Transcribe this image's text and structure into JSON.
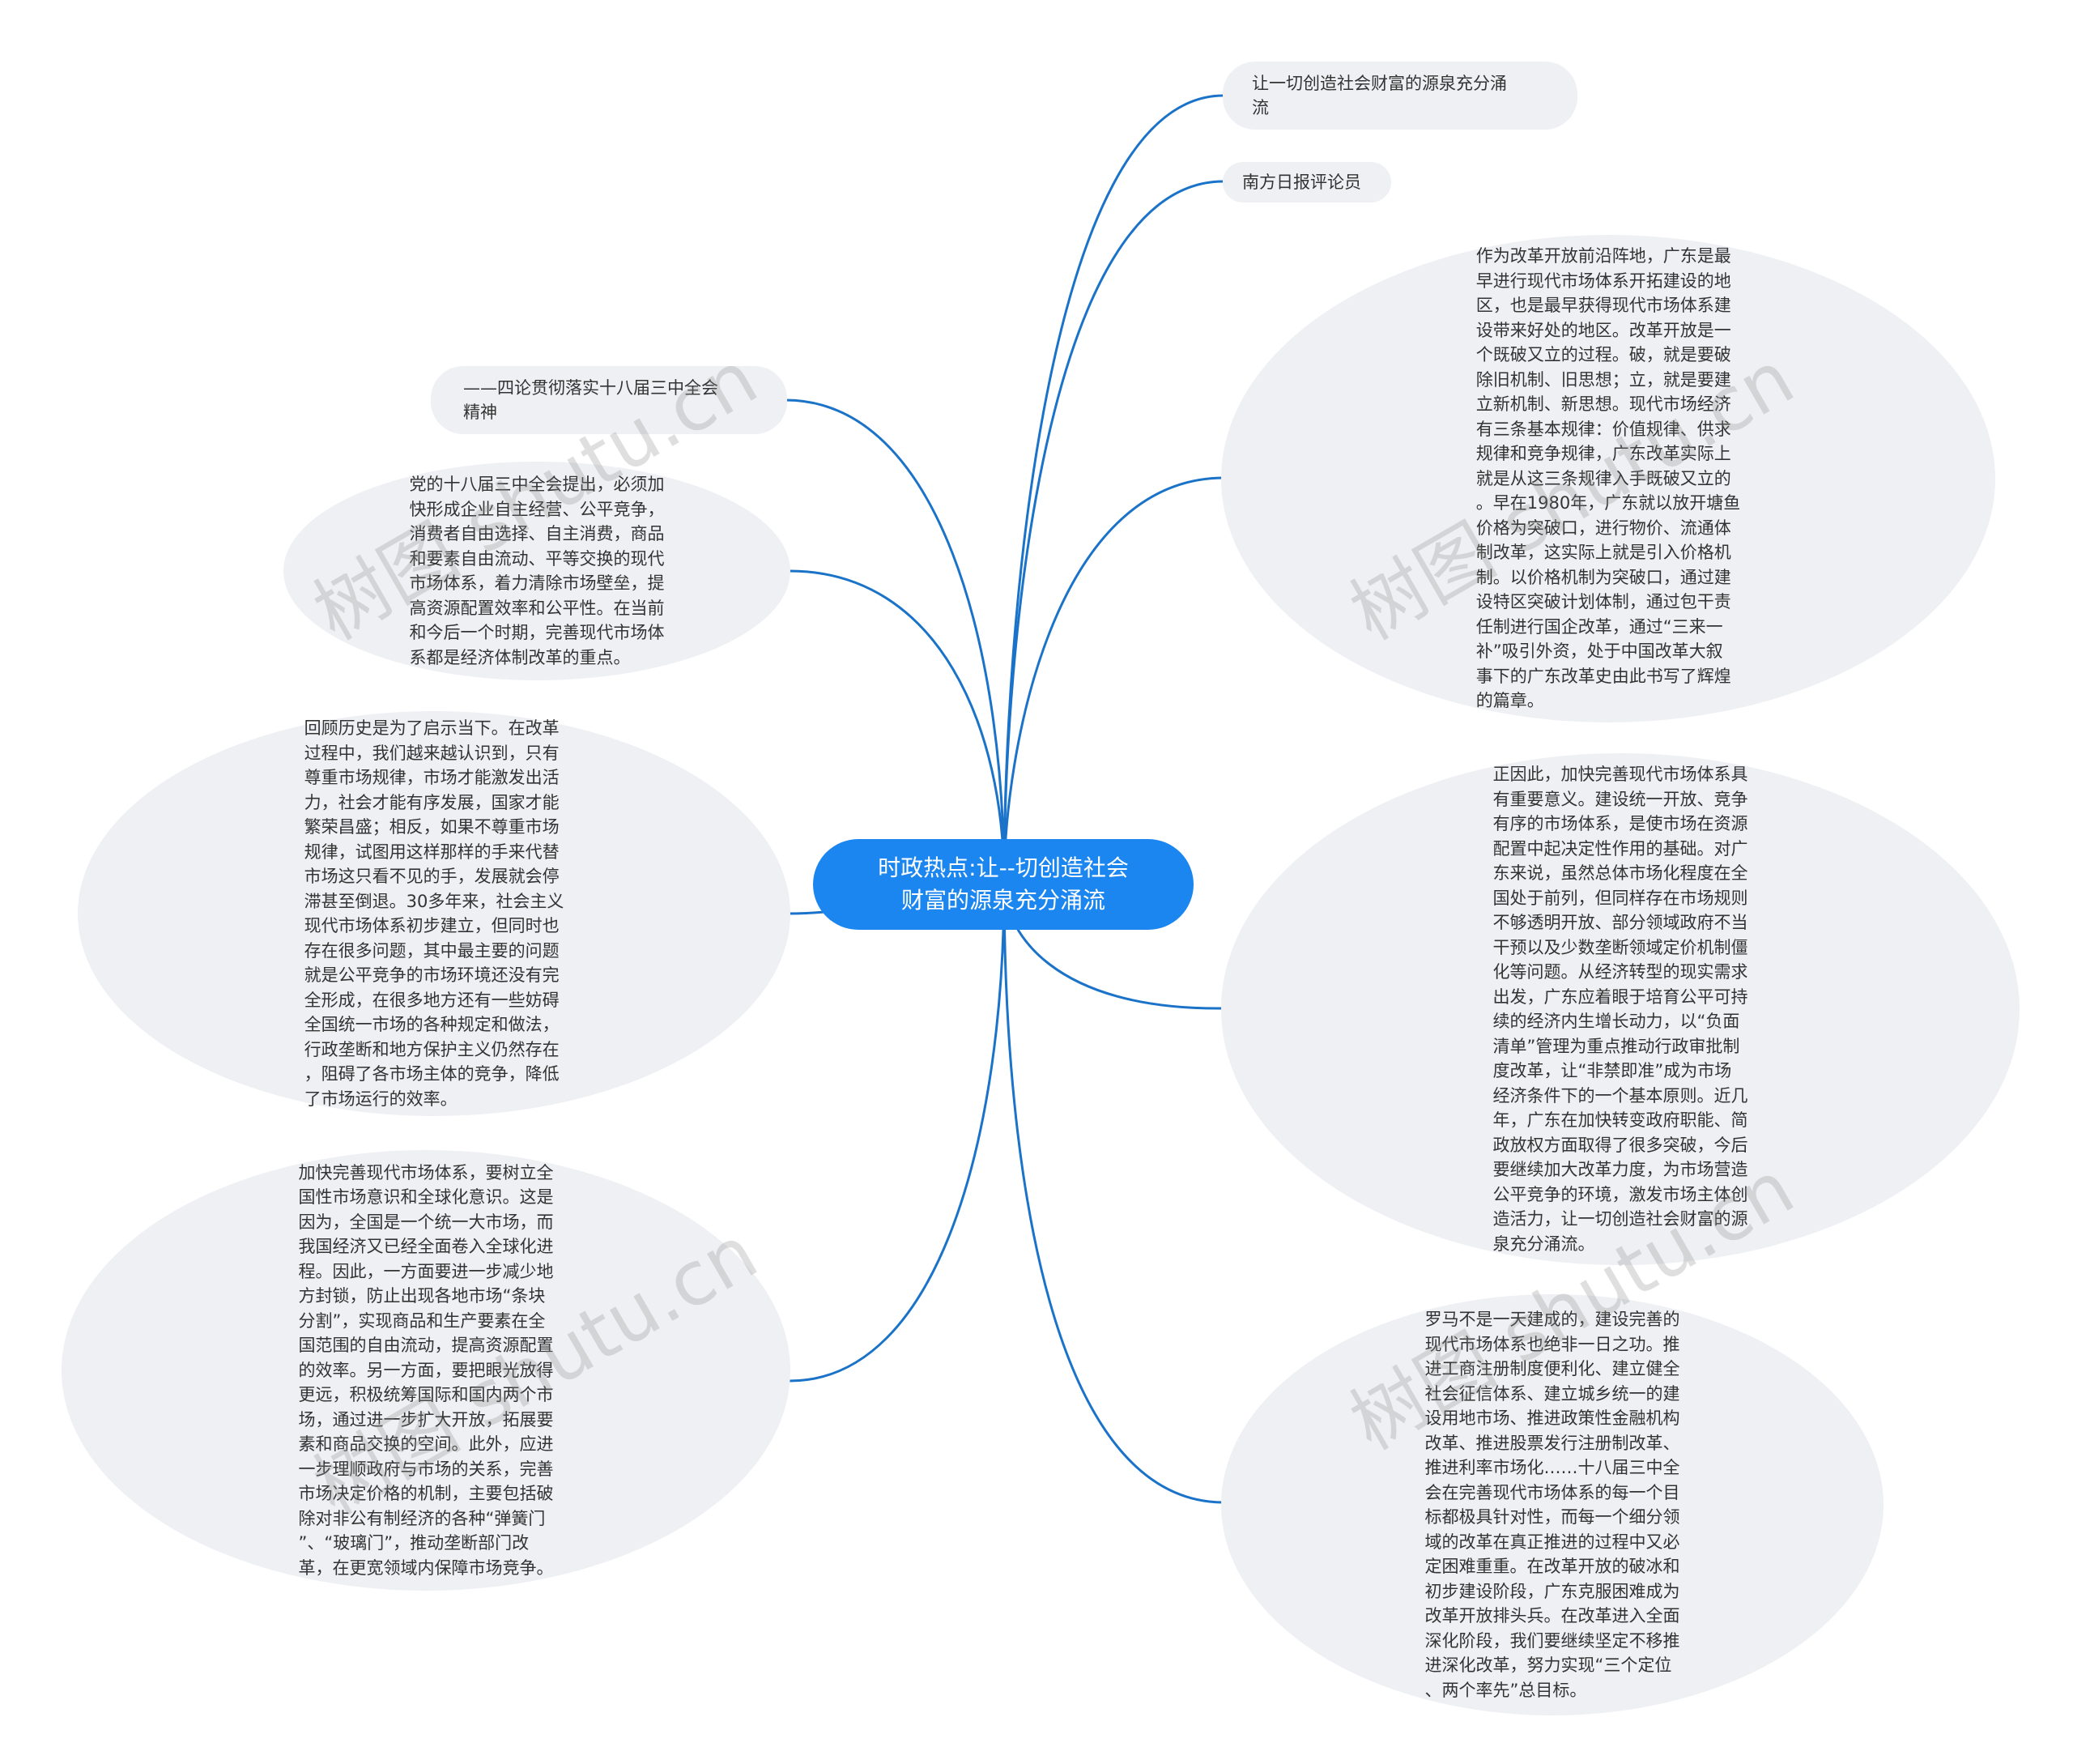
{
  "center": {
    "title": "时政热点:让--切创造社会\n财富的源泉充分涌流"
  },
  "nodes": {
    "r1": "让一切创造社会财富的源泉充分涌\n流",
    "r2": "南方日报评论员",
    "r3": "作为改革开放前沿阵地，广东是最\n早进行现代市场体系开拓建设的地\n区，也是最早获得现代市场体系建\n设带来好处的地区。改革开放是一\n个既破又立的过程。破，就是要破\n除旧机制、旧思想；立，就是要建\n立新机制、新思想。现代市场经济\n有三条基本规律：价值规律、供求\n规律和竞争规律，广东改革实际上\n就是从这三条规律入手既破又立的\n。早在1980年，广东就以放开塘鱼\n价格为突破口，进行物价、流通体\n制改革，这实际上就是引入价格机\n制。以价格机制为突破口，通过建\n设特区突破计划体制，通过包干责\n任制进行国企改革，通过“三来一\n补”吸引外资，处于中国改革大叙\n事下的广东改革史由此书写了辉煌\n的篇章。",
    "r4": "正因此，加快完善现代市场体系具\n有重要意义。建设统一开放、竞争\n有序的市场体系，是使市场在资源\n配置中起决定性作用的基础。对广\n东来说，虽然总体市场化程度在全\n国处于前列，但同样存在市场规则\n不够透明开放、部分领域政府不当\n干预以及少数垄断领域定价机制僵\n化等问题。从经济转型的现实需求\n出发，广东应着眼于培育公平可持\n续的经济内生增长动力，以“负面\n清单”管理为重点推动行政审批制\n度改革，让“非禁即准”成为市场\n经济条件下的一个基本原则。近几\n年，广东在加快转变政府职能、简\n政放权方面取得了很多突破，今后\n要继续加大改革力度，为市场营造\n公平竞争的环境，激发市场主体创\n造活力，让一切创造社会财富的源\n泉充分涌流。",
    "r5": "罗马不是一天建成的，建设完善的\n现代市场体系也绝非一日之功。推\n进工商注册制度便利化、建立健全\n社会征信体系、建立城乡统一的建\n设用地市场、推进政策性金融机构\n改革、推进股票发行注册制改革、\n推进利率市场化……十八届三中全\n会在完善现代市场体系的每一个目\n标都极具针对性，而每一个细分领\n域的改革在真正推进的过程中又必\n定困难重重。在改革开放的破冰和\n初步建设阶段，广东克服困难成为\n改革开放排头兵。在改革进入全面\n深化阶段，我们要继续坚定不移推\n进深化改革，努力实现“三个定位\n、两个率先”总目标。",
    "l1": "——四论贯彻落实十八届三中全会\n精神",
    "l2": "党的十八届三中全会提出，必须加\n快形成企业自主经营、公平竞争，\n消费者自由选择、自主消费，商品\n和要素自由流动、平等交换的现代\n市场体系，着力清除市场壁垒，提\n高资源配置效率和公平性。在当前\n和今后一个时期，完善现代市场体\n系都是经济体制改革的重点。",
    "l3": "回顾历史是为了启示当下。在改革\n过程中，我们越来越认识到，只有\n尊重市场规律，市场才能激发出活\n力，社会才能有序发展，国家才能\n繁荣昌盛；相反，如果不尊重市场\n规律，试图用这样那样的手来代替\n市场这只看不见的手，发展就会停\n滞甚至倒退。30多年来，社会主义\n现代市场体系初步建立，但同时也\n存在很多问题，其中最主要的问题\n就是公平竞争的市场环境还没有完\n全形成，在很多地方还有一些妨碍\n全国统一市场的各种规定和做法，\n行政垄断和地方保护主义仍然存在\n，阻碍了各市场主体的竞争，降低\n了市场运行的效率。",
    "l4": "加快完善现代市场体系，要树立全\n国性市场意识和全球化意识。这是\n因为，全国是一个统一大市场，而\n我国经济又已经全面卷入全球化进\n程。因此，一方面要进一步减少地\n方封锁，防止出现各地市场“条块\n分割”，实现商品和生产要素在全\n国范围的自由流动，提高资源配置\n的效率。另一方面，要把眼光放得\n更远，积极统筹国际和国内两个市\n场，通过进一步扩大开放，拓展要\n素和商品交换的空间。此外，应进\n一步理顺政府与市场的关系，完善\n市场决定价格的机制，主要包括破\n除对非公有制经济的各种“弹簧门\n”、“玻璃门”，推动垄断部门改\n革，在更宽领域内保障市场竞争。"
  },
  "watermark": "树图 shutu.cn",
  "colors": {
    "center_fill": "#1b86f0",
    "node_fill": "#eef0f3",
    "link": "#1a73c8",
    "text": "#333333"
  }
}
